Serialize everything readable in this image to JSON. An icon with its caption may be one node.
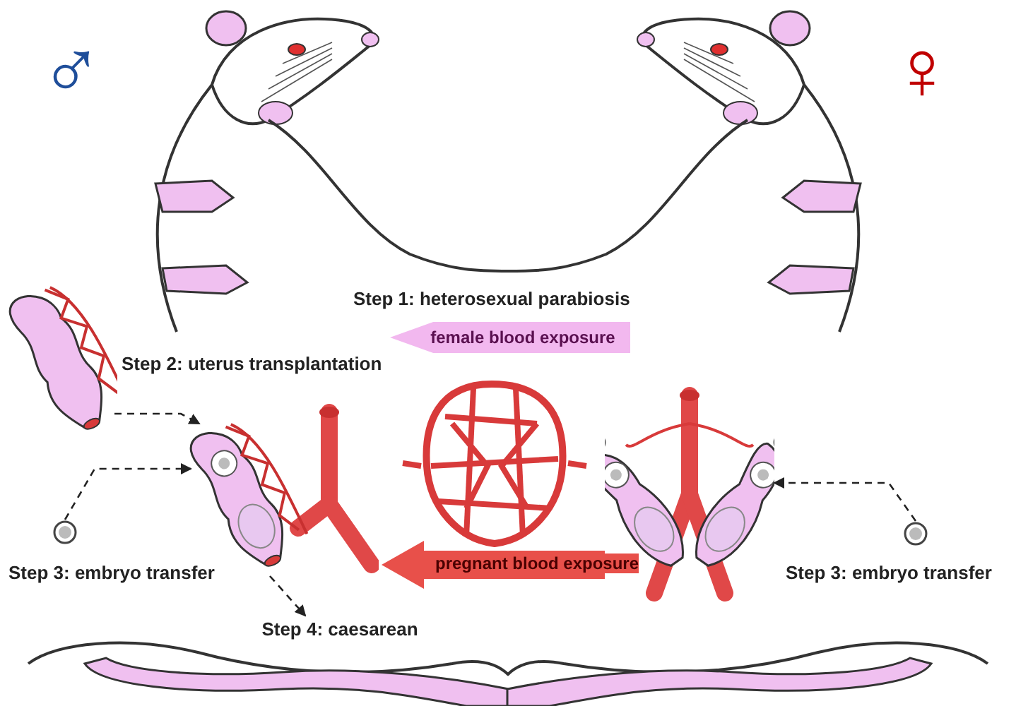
{
  "diagram": {
    "nodes": [
      {
        "text": [
          "female blood exposure"
        ]
      },
      {
        "text": [],
        "shape": "picture"
      },
      {
        "text": [],
        "shape": "picture"
      },
      {
        "text": [],
        "shape": "circle"
      },
      {
        "text": [],
        "shape": "picture"
      },
      {
        "text": [],
        "shape": "circle"
      },
      {
        "text": [
          "Step 4: caesarean"
        ]
      }
    ],
    "edges": [
      {
        "from": 1,
        "to": 2,
        "arrow": "to",
        "style": "dashed"
      },
      {
        "from": 3,
        "to": 2,
        "arrow": "to",
        "style": "dashed"
      },
      {
        "from": 2,
        "to": 6,
        "arrow": "to",
        "style": "dashed"
      },
      {
        "from": 5,
        "to": 4,
        "arrow": "to",
        "style": "dashed"
      },
      {
        "from": 4,
        "to": 2,
        "arrow": "to",
        "style": "thick",
        "color": "#e8504a",
        "label": "pregnant blood exposure"
      }
    ],
    "labels": [
      "♂",
      "♀",
      "Step 1: heterosexual parabiosis",
      "Step 2: uterus transplantation",
      "Step 3: embryo transfer",
      "Step 3: embryo transfer"
    ]
  }
}
